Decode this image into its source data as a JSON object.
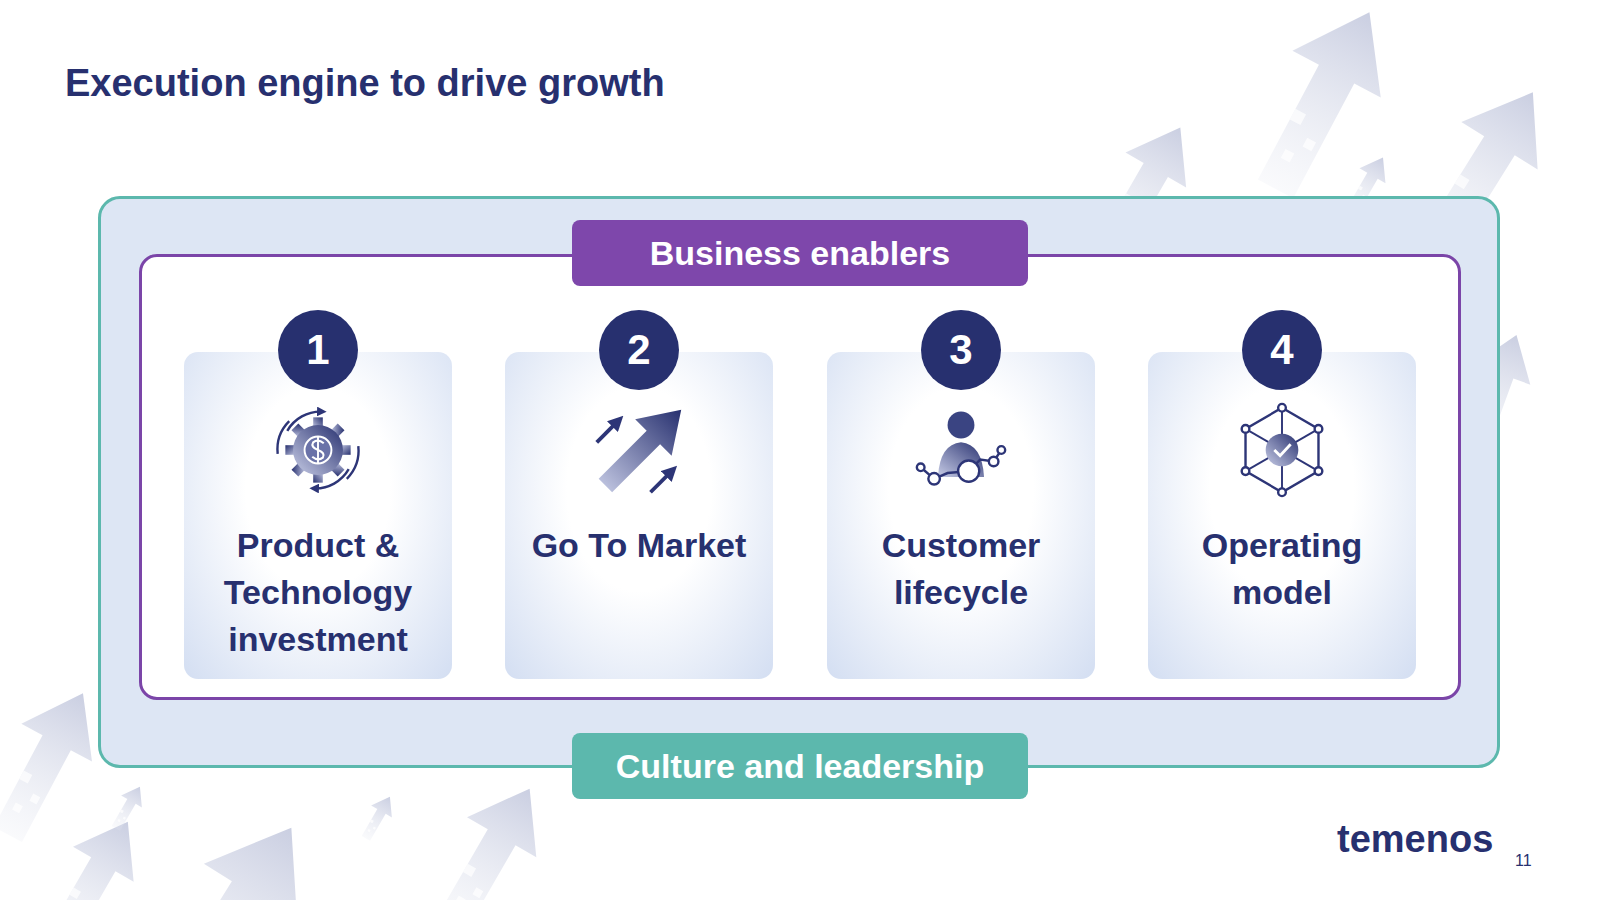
{
  "diagram": {
    "title": "Execution engine to drive growth",
    "nodes": [
      {
        "text": [
          "Culture and leadership"
        ]
      },
      {
        "text": [
          "Business enablers"
        ],
        "in": 0
      },
      {
        "text": [
          "1",
          "Product & Technology investment"
        ],
        "in": 1
      },
      {
        "text": [
          "2",
          "Go To Market"
        ],
        "in": 1
      },
      {
        "text": [
          "3",
          "Customer lifecycle"
        ],
        "in": 1
      },
      {
        "text": [
          "4",
          "Operating model"
        ],
        "in": 1
      }
    ],
    "labels": [
      "temenos",
      "11"
    ]
  }
}
